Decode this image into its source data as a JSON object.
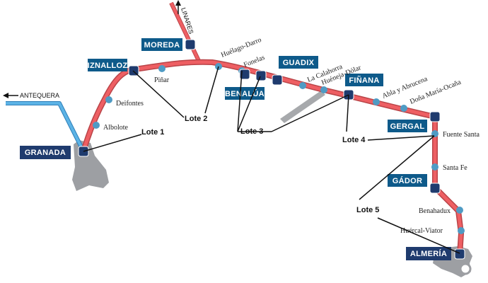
{
  "colors": {
    "main_line": "#ee5f63",
    "main_line_casing": "#b94448",
    "branch_line": "#4aa3dc",
    "stop": "#4f9bc4",
    "station_box": "#0e5a8a",
    "terminal_box": "#1f3b6e",
    "city_area": "#9d9fa3",
    "leader": "#111111"
  },
  "directions": {
    "linares": "LINARES",
    "antequera": "ANTEQUERA"
  },
  "terminals": {
    "granada": "GRANADA",
    "almeria": "ALMERÍA"
  },
  "stations": {
    "iznalloz": "IZNALLOZ",
    "moreda": "MOREDA",
    "guadix": "GUADIX",
    "benalua": "BENALÚA",
    "finana": "FIÑANA",
    "gergal": "GERGAL",
    "gador": "GÁDOR"
  },
  "stops": {
    "albolote": "Albolote",
    "deifontes": "Deifontes",
    "pinar": "Piñar",
    "huelago": "Huélago-Darro",
    "fonelas": "Fonelas",
    "la_calahorra": "La Calahorra",
    "hueneja": "Huéneja-Dólar",
    "abla": "Abla y Abrucena",
    "dona_maria": "Doña María-Ocaña",
    "fuente_santa": "Fuente Santa",
    "santa_fe": "Santa Fe",
    "benahadux": "Benahadux",
    "huercal": "Huércal-Viator"
  },
  "lotes": {
    "lote1": "Lote 1",
    "lote2": "Lote 2",
    "lote3": "Lote 3",
    "lote4": "Lote 4",
    "lote5": "Lote 5"
  }
}
